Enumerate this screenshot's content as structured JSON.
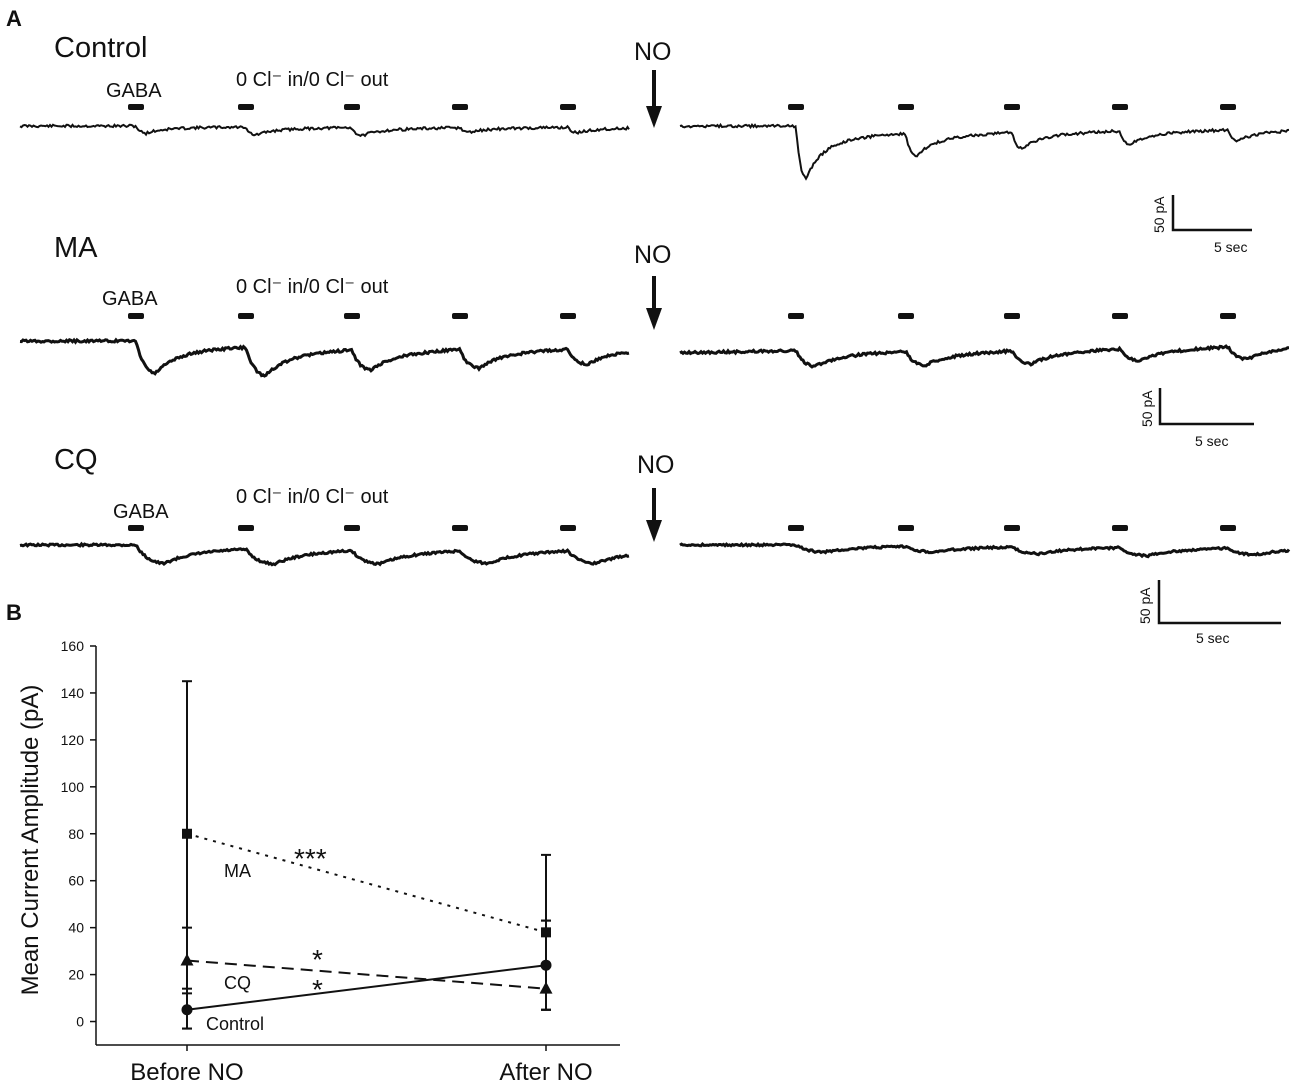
{
  "panel_a": {
    "letter": "A",
    "drug_label": "0 Cl⁻ in/0 Cl⁻ out",
    "stimulus_label": "GABA",
    "treatment_label": "NO",
    "scale_current": "50 pA",
    "scale_time": "5 sec",
    "rows": [
      {
        "name": "Control",
        "before_pA": [
          8,
          9,
          9,
          5,
          6
        ],
        "after_pA": [
          58,
          26,
          18,
          15,
          12
        ],
        "after_baseline_pA": 0
      },
      {
        "name": "MA",
        "before_pA": [
          40,
          36,
          26,
          24,
          20
        ],
        "after_pA": [
          20,
          18,
          17,
          15,
          16
        ],
        "after_baseline_pA": -22
      },
      {
        "name": "CQ",
        "before_pA": [
          26,
          22,
          20,
          19,
          19
        ],
        "after_pA": [
          10,
          8,
          10,
          12,
          10
        ],
        "after_baseline_pA": 0
      }
    ]
  },
  "chart_data": {
    "letter": "B",
    "type": "line",
    "categories": [
      "Before NO",
      "After NO"
    ],
    "ylabel": "Mean Current Amplitude (pA)",
    "ylim": [
      -10,
      160
    ],
    "yticks": [
      0,
      20,
      40,
      60,
      80,
      100,
      120,
      140,
      160
    ],
    "grid": false,
    "series": [
      {
        "name": "MA",
        "marker": "square",
        "dash": "dotted",
        "values": [
          80,
          38
        ],
        "err_upper": [
          145,
          71
        ],
        "err_lower": [
          -3,
          5
        ]
      },
      {
        "name": "CQ",
        "marker": "triangle",
        "dash": "dashed",
        "values": [
          26,
          14
        ],
        "err_upper": [
          40,
          43
        ],
        "err_lower": [
          12,
          5
        ]
      },
      {
        "name": "Control",
        "marker": "circle",
        "dash": "solid",
        "values": [
          5,
          24
        ],
        "err_upper": [
          14,
          43
        ],
        "err_lower": [
          -3,
          5
        ]
      }
    ],
    "annotations": [
      "***",
      "*",
      "*"
    ]
  }
}
